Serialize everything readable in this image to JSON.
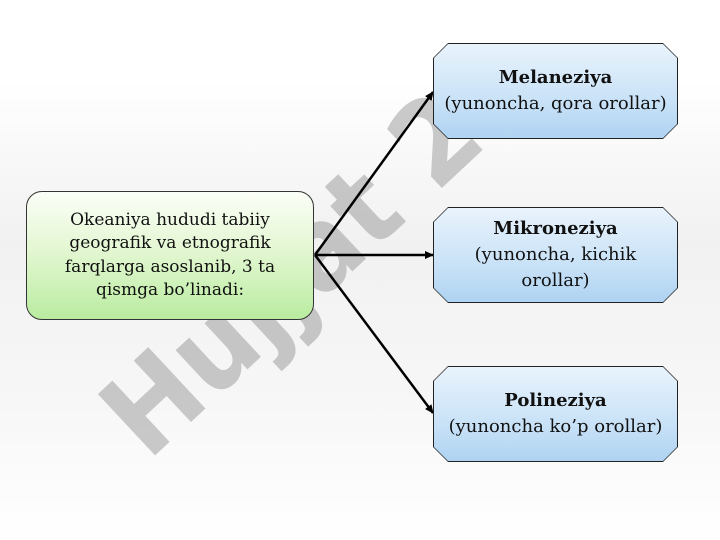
{
  "watermark": {
    "text": "Hujjat 24"
  },
  "diagram": {
    "source": {
      "text": "Okeaniya hududi tabiiy geografik va etnografik farqlarga asoslanib, 3 ta qismga bo’linadi:"
    },
    "targets": [
      {
        "title": "Melaneziya",
        "subtitle": "(yunoncha, qora orollar)"
      },
      {
        "title": "Mikroneziya",
        "subtitle": "(yunoncha, kichik orollar)"
      },
      {
        "title": "Polineziya",
        "subtitle": "(yunoncha ko’p orollar)"
      }
    ]
  },
  "colors": {
    "source_fill": "#c4eeae",
    "target_fill": "#c9e2f7",
    "watermark_dark": "#8c8c8c",
    "watermark_accent": "#c9a4ec"
  }
}
